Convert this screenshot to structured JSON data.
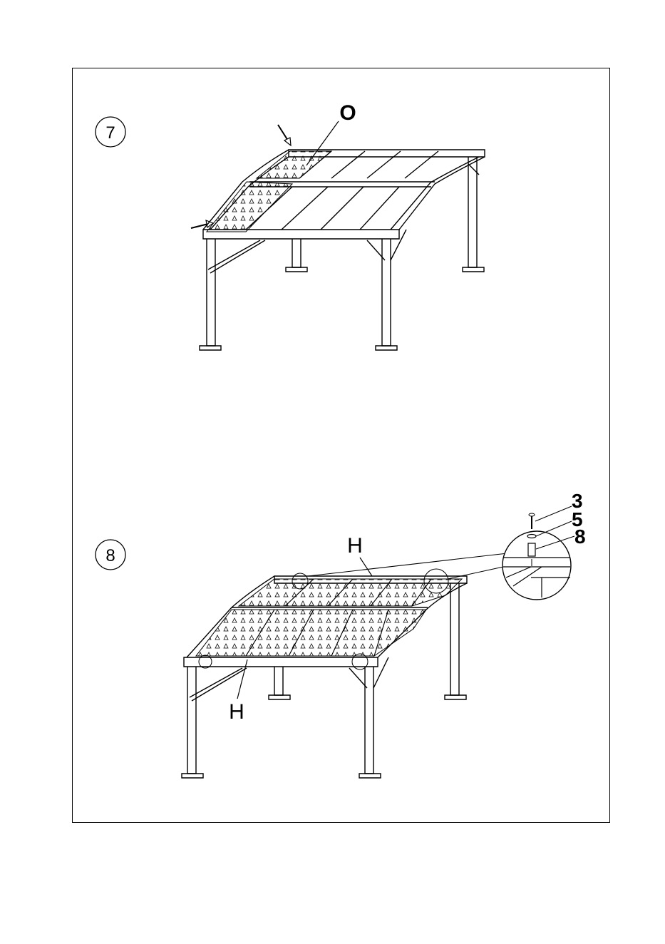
{
  "step_7": {
    "number": "7",
    "part_label": "O"
  },
  "step_8": {
    "number": "8",
    "part_label_top": "H",
    "part_label_bottom": "H",
    "detail_labels": [
      "3",
      "5",
      "8"
    ]
  },
  "colors": {
    "line": "#000000",
    "background": "#ffffff"
  }
}
